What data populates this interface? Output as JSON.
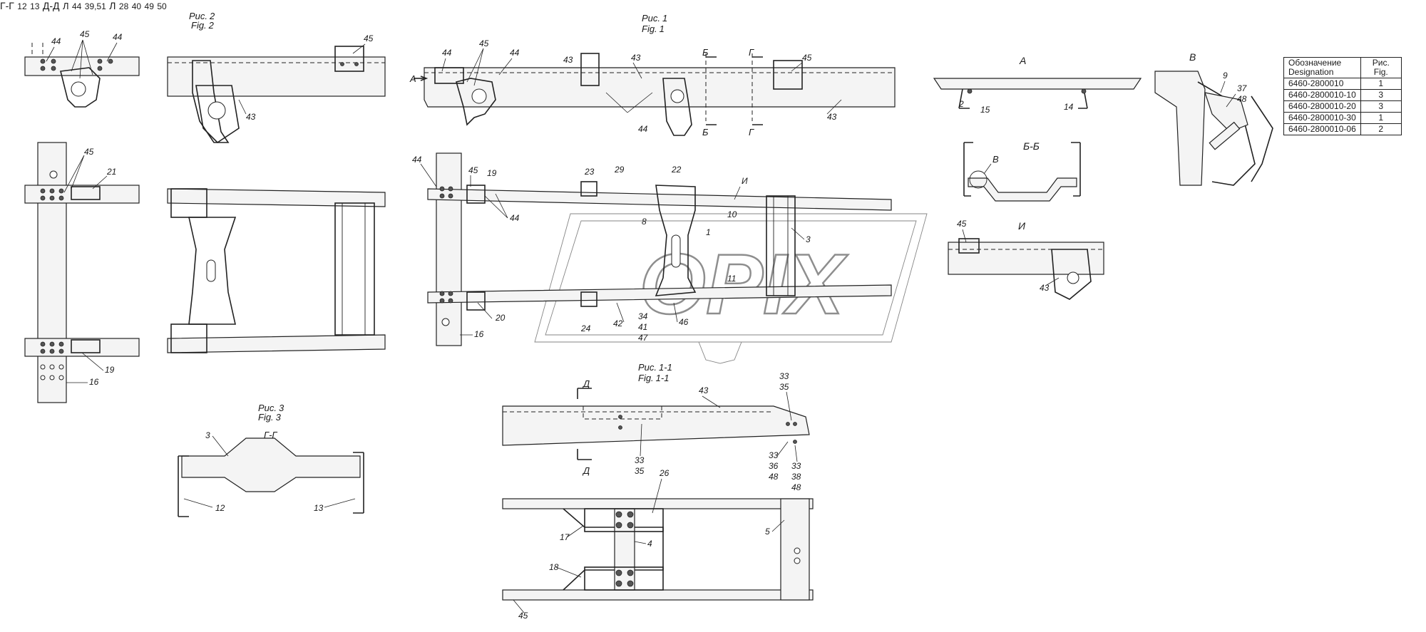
{
  "figure_titles": {
    "fig1": {
      "ru": "Рис.",
      "num": "1",
      "en": "Fig.",
      "en_num": "1"
    },
    "fig2": {
      "ru": "Рис.",
      "num": "2",
      "en": "Fig.",
      "en_num": "2"
    },
    "fig3": {
      "ru": "Рис.",
      "num": "3",
      "en": "Fig.",
      "en_num": "3"
    },
    "fig1_1": {
      "ru": "Рис.",
      "num": "1-1",
      "en": "Fig.",
      "en_num": "1-1"
    }
  },
  "view_labels": {
    "A": "А",
    "B": "В",
    "BB": "Б-Б",
    "I": "И",
    "GG_right": "Г-Г",
    "DD": "Д-Д",
    "L": "Л",
    "GG_fig3": "Г-Г",
    "section_B": "Б",
    "section_G": "Г",
    "section_I": "И",
    "section_D": "Д",
    "arrow_A": "А",
    "leader_B": "В",
    "leader_L": "Л"
  },
  "table": {
    "header_designation_ru": "Обозначение",
    "header_designation_en": "Designation",
    "header_fig_ru": "Рис.",
    "header_fig_en": "Fig.",
    "rows": [
      {
        "designation": "6460-2800010",
        "fig": "1"
      },
      {
        "designation": "6460-2800010-10",
        "fig": "3"
      },
      {
        "designation": "6460-2800010-20",
        "fig": "3"
      },
      {
        "designation": "6460-2800010-30",
        "fig": "1"
      },
      {
        "designation": "6460-2800010-06",
        "fig": "2"
      }
    ]
  },
  "callouts": {
    "f2_top": [
      "44",
      "45",
      "44"
    ],
    "f2_side": [
      "45",
      "43"
    ],
    "f2_plan": [
      "45",
      "21",
      "19",
      "16"
    ],
    "f1_side": [
      "44",
      "45",
      "44",
      "43",
      "43",
      "45",
      "43",
      "44"
    ],
    "f1_plan": [
      "44",
      "45",
      "19",
      "44",
      "23",
      "29",
      "22",
      "И",
      "8",
      "10",
      "1",
      "3",
      "11",
      "24",
      "42",
      "34",
      "41",
      "47",
      "46",
      "20",
      "16"
    ],
    "f3": [
      "3",
      "12",
      "13"
    ],
    "viewA": [
      "2",
      "15",
      "14"
    ],
    "viewV": [
      "9",
      "37",
      "48"
    ],
    "viewI": [
      "45",
      "43"
    ],
    "viewGG": [
      "12",
      "13"
    ],
    "viewDD": [
      "44",
      "39,51"
    ],
    "viewL": [
      "28",
      "40",
      "49",
      "50"
    ],
    "f11_side": [
      "43",
      "33",
      "35",
      "33",
      "35",
      "33",
      "36",
      "48",
      "33",
      "38",
      "48"
    ],
    "f11_plan": [
      "26",
      "17",
      "4",
      "5",
      "18",
      "45"
    ]
  },
  "watermark": "OPIX"
}
